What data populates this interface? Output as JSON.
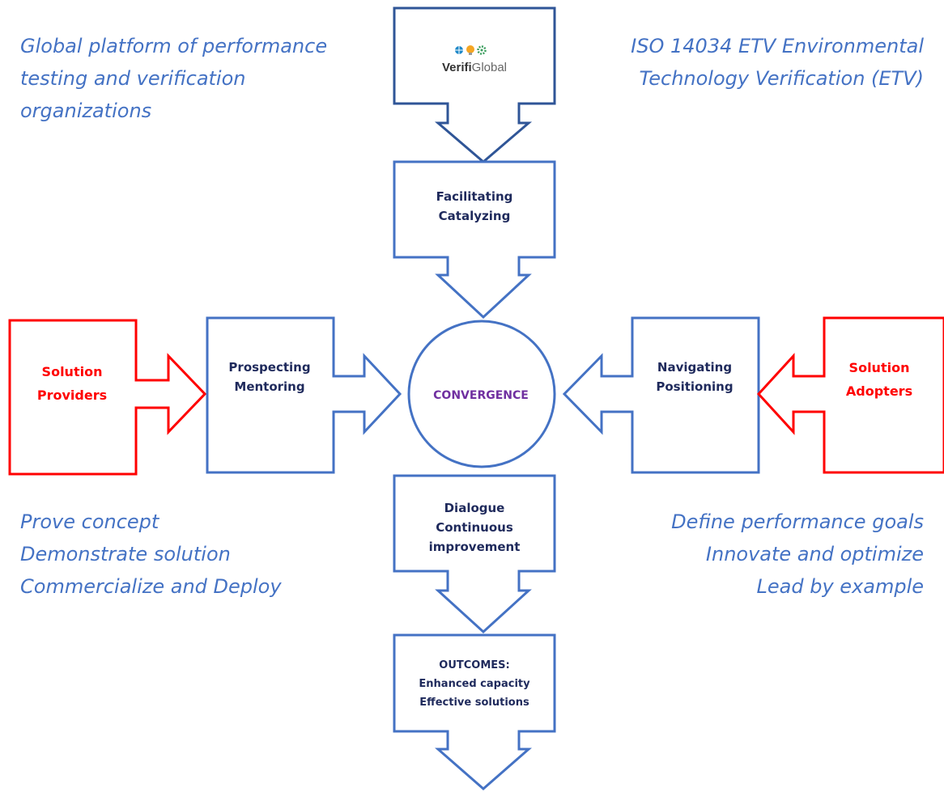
{
  "colors": {
    "blue_outline": "#4472c4",
    "dark_blue_outline": "#2f5597",
    "red_outline": "#ff0000",
    "box_text": "#1f2a5c",
    "convergence_text": "#7030a0",
    "italic_notes": "#4472c4"
  },
  "logo": {
    "name_bold": "Verifi",
    "name_light": "Global",
    "icons": [
      "globe-icon",
      "lightbulb-icon",
      "gear-icon"
    ]
  },
  "notes": {
    "top_left": [
      "Global platform of performance",
      "testing and verification",
      "organizations"
    ],
    "top_right": [
      "ISO 14034 ETV Environmental",
      "Technology Verification (ETV)"
    ],
    "bottom_left": [
      "Prove concept",
      "Demonstrate solution",
      "Commercialize and Deploy"
    ],
    "bottom_right": [
      "Define performance goals",
      "Innovate and optimize",
      "Lead by example"
    ]
  },
  "boxes": {
    "facilitating": [
      "Facilitating",
      "Catalyzing"
    ],
    "prospecting": [
      "Prospecting",
      "Mentoring"
    ],
    "navigating": [
      "Navigating",
      "Positioning"
    ],
    "dialogue": [
      "Dialogue",
      "Continuous",
      "improvement"
    ],
    "outcomes": [
      "OUTCOMES:",
      "Enhanced capacity",
      "Effective solutions"
    ],
    "solution_providers": [
      "Solution",
      "Providers"
    ],
    "solution_adopters": [
      "Solution",
      "Adopters"
    ],
    "convergence": "CONVERGENCE"
  }
}
